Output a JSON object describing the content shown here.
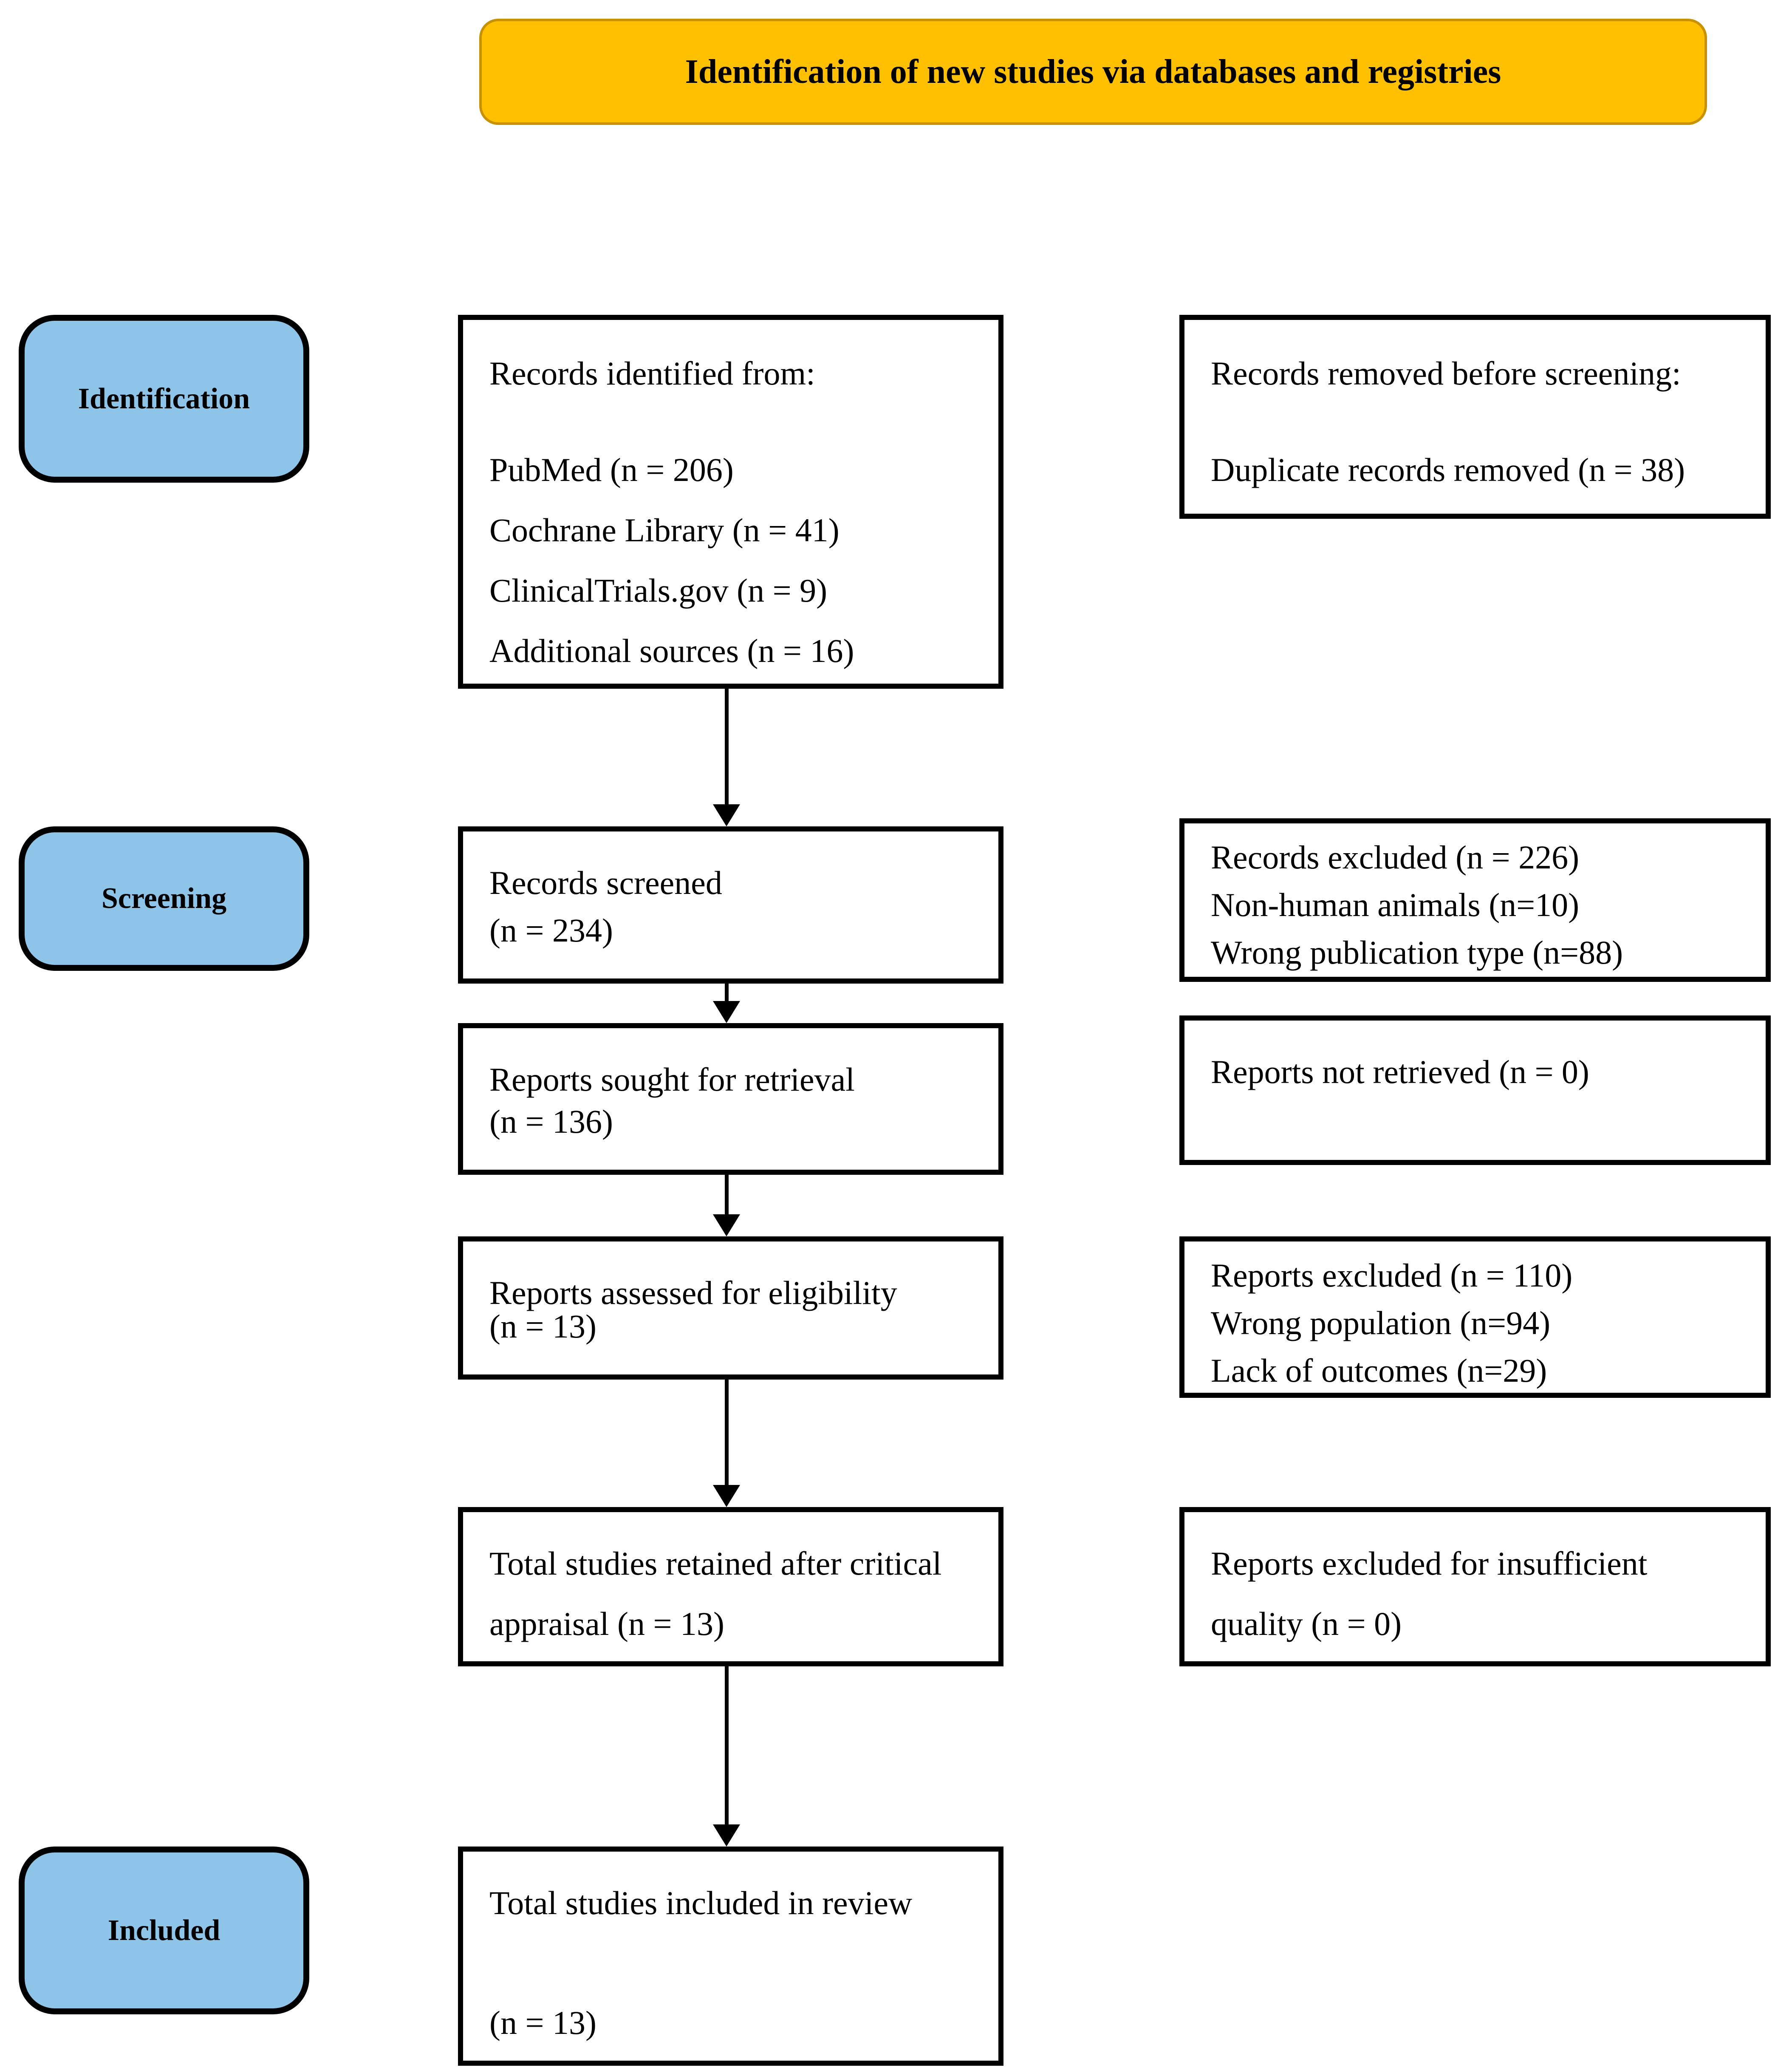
{
  "header": {
    "title": "Identification of new studies via databases and registries"
  },
  "stages": [
    {
      "label": "Identification"
    },
    {
      "label": "Screening"
    },
    {
      "label": "Included"
    }
  ],
  "flow": {
    "records_identified": {
      "heading": "Records identified from:",
      "items": [
        "PubMed (n = 206)",
        "Cochrane Library (n = 41)",
        "ClinicalTrials.gov (n = 9)",
        "Additional sources (n = 16)"
      ]
    },
    "records_screened": {
      "heading": "Records screened",
      "n": "(n = 234)"
    },
    "reports_sought": {
      "heading": "Reports sought for retrieval",
      "n": "(n = 136)"
    },
    "reports_assessed": {
      "heading": "Reports assessed for eligibility",
      "n": "(n = 13)"
    },
    "studies_retained": {
      "lines": [
        "Total studies retained after critical",
        "appraisal (n = 13)"
      ]
    },
    "studies_included": {
      "heading": "Total studies included in review",
      "n": "(n = 13)"
    }
  },
  "exclusions": {
    "removed_before_screening": {
      "heading": "Records removed before screening:",
      "items": [
        "Duplicate records removed (n = 38)"
      ]
    },
    "records_excluded": {
      "heading": "Records excluded (n = 226)",
      "items": [
        "Non-human animals (n=10)",
        "Wrong publication type (n=88)"
      ]
    },
    "not_retrieved": {
      "heading": "Reports not retrieved (n = 0)"
    },
    "reports_excluded": {
      "heading": "Reports excluded (n = 110)",
      "items": [
        "Wrong population (n=94)",
        "Lack of outcomes (n=29)"
      ]
    },
    "insufficient_quality": {
      "lines": [
        "Reports excluded for insufficient",
        "quality (n = 0)"
      ]
    }
  },
  "colors": {
    "background": "#FFFFFF",
    "box_fill": "#FFFFFF",
    "box_border": "#000000",
    "stage_fill": "#8FC4E9",
    "header_fill": "#FFC000",
    "header_border": "#C79100",
    "text": "#000000"
  }
}
